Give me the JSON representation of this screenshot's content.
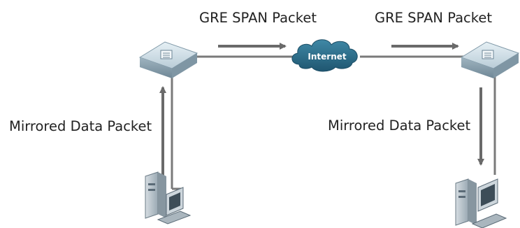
{
  "labels": {
    "top_left": "GRE SPAN Packet",
    "top_right": "GRE SPAN Packet",
    "left_side": "Mirrored Data Packet",
    "right_side": "Mirrored Data Packet",
    "cloud": "Internet"
  },
  "colors": {
    "line": "#7a7a7a",
    "arrow": "#6a6a6a",
    "cloud": "#2f6f8a",
    "switch_top": "#cfe0e8",
    "switch_side": "#8fa8b6",
    "pc_body": "#b8c4cc",
    "pc_dark": "#5b6b77",
    "text": "#222222"
  },
  "icons": [
    "switch-icon",
    "cloud-icon",
    "pc-icon"
  ]
}
